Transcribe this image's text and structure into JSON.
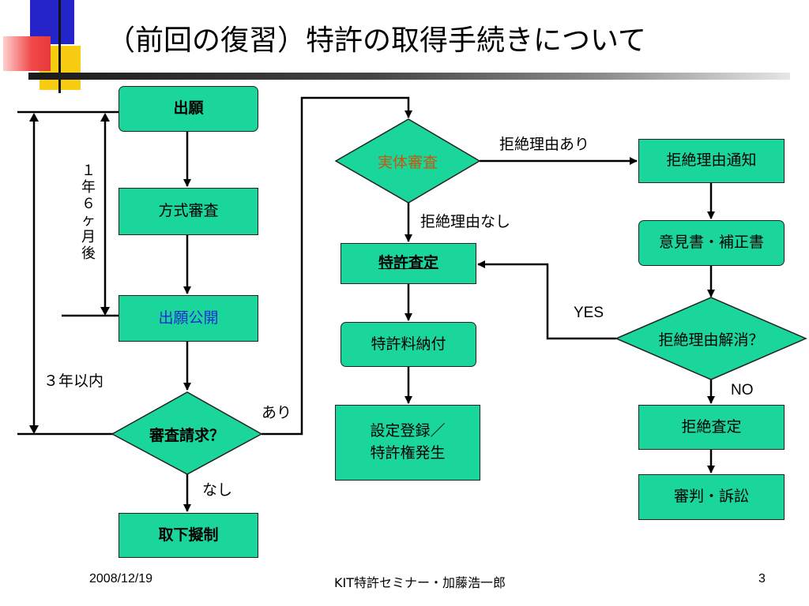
{
  "slide": {
    "title": "（前回の復習）特許の取得手続きについて",
    "footer": {
      "date": "2008/12/19",
      "center": "KIT特許セミナー・加藤浩一郎",
      "page": "3"
    }
  },
  "flow": {
    "filing": "出願",
    "formal_exam": "方式審査",
    "publication": "出願公開",
    "exam_request": "審査請求？",
    "withdrawal": "取下擬制",
    "substantive_exam": "実体審査",
    "patent_decision": "特許査定",
    "fee_payment": "特許料納付",
    "registration_line1": "設定登録／",
    "registration_line2": "特許権発生",
    "rejection_notice": "拒絶理由通知",
    "opinion_amendment": "意見書・補正書",
    "resolved_question": "拒絶理由解消？",
    "rejection_decision": "拒絶査定",
    "appeal": "審判・訴訟"
  },
  "labels": {
    "has_reason": "拒絶理由あり",
    "no_reason": "拒絶理由なし",
    "yes": "YES",
    "no": "NO",
    "request_yes": "あり",
    "request_no": "なし",
    "period_18m_chars": [
      "１",
      "年",
      "６",
      "ヶ",
      "月",
      "後"
    ],
    "period_3y": "３年以内"
  },
  "colors": {
    "box_fill": "#1ad69a",
    "publication_text": "#1a2fd0",
    "substantive_exam_text": "#c05a10",
    "deco_blue": "#2424c8",
    "deco_red": "#f04848",
    "deco_yellow": "#f8cc10"
  }
}
